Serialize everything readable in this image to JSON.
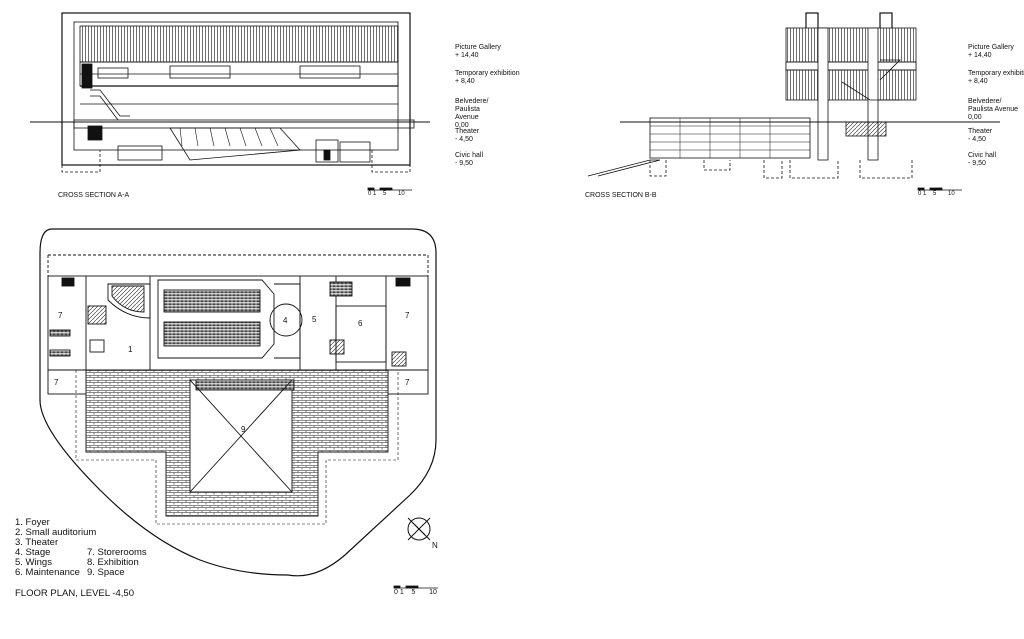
{
  "sections": [
    {
      "caption": "CROSS SECTION A-A"
    },
    {
      "caption": "CROSS SECTION B-B"
    }
  ],
  "levels": [
    {
      "name": "Picture Gallery",
      "value": "+ 14,40"
    },
    {
      "name": "Temporary exhibition",
      "value": "+ 8,40"
    },
    {
      "name": "Belvedere/ Paulista Avenue",
      "value": "0,00"
    },
    {
      "name": "Theater",
      "value": "- 4,50"
    },
    {
      "name": "Civic hall",
      "value": "- 9,50"
    }
  ],
  "scale_bar": {
    "labels": [
      "0",
      "1",
      "5",
      "10"
    ]
  },
  "plan": {
    "title": "FLOOR PLAN, LEVEL -4,50",
    "north": "N",
    "legend_left": [
      "1. Foyer",
      "2. Small auditorium",
      "3. Theater",
      "4. Stage",
      "5. Wings",
      "6. Maintenance"
    ],
    "legend_right": [
      "7. Storerooms",
      "8. Exhibition",
      "9. Space"
    ],
    "room_numbers": [
      "1",
      "4",
      "5",
      "6",
      "7",
      "7",
      "7",
      "7",
      "9"
    ]
  }
}
